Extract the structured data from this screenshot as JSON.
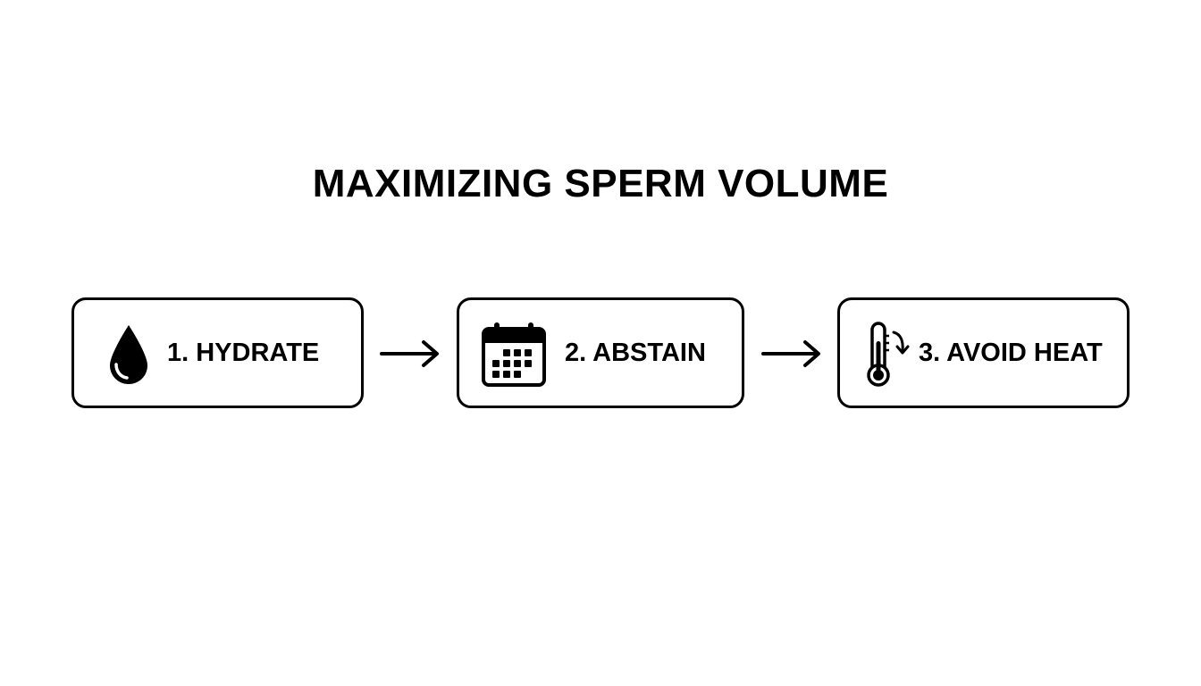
{
  "title": "MAXIMIZING SPERM VOLUME",
  "steps": [
    {
      "label": "1. HYDRATE",
      "icon": "water-drop-icon"
    },
    {
      "label": "2. ABSTAIN",
      "icon": "calendar-icon"
    },
    {
      "label": "3. AVOID HEAT",
      "icon": "thermometer-down-icon"
    }
  ],
  "colors": {
    "background": "#ffffff",
    "foreground": "#000000"
  }
}
